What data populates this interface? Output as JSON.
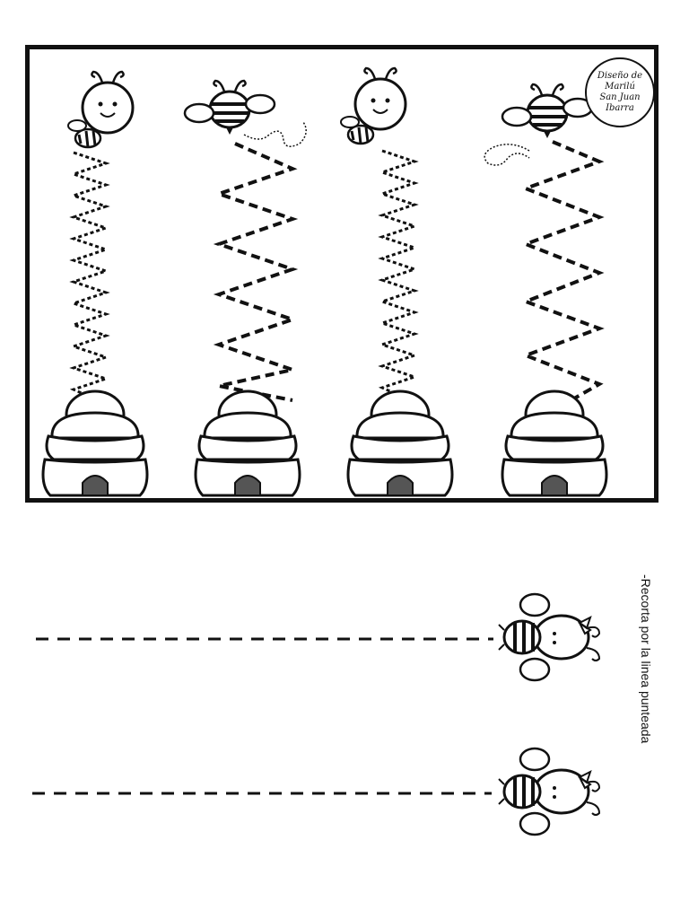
{
  "credit": {
    "text": "Diseño de\nMarilú\nSan Juan\nIbarra"
  },
  "cut_strips": {
    "instruction": "-Recorta por la linea punteada"
  },
  "colors": {
    "ink": "#111111",
    "paper": "#ffffff"
  },
  "icons": [
    "bee-icon",
    "beehive-icon",
    "zigzag-trace-path",
    "cut-line"
  ]
}
